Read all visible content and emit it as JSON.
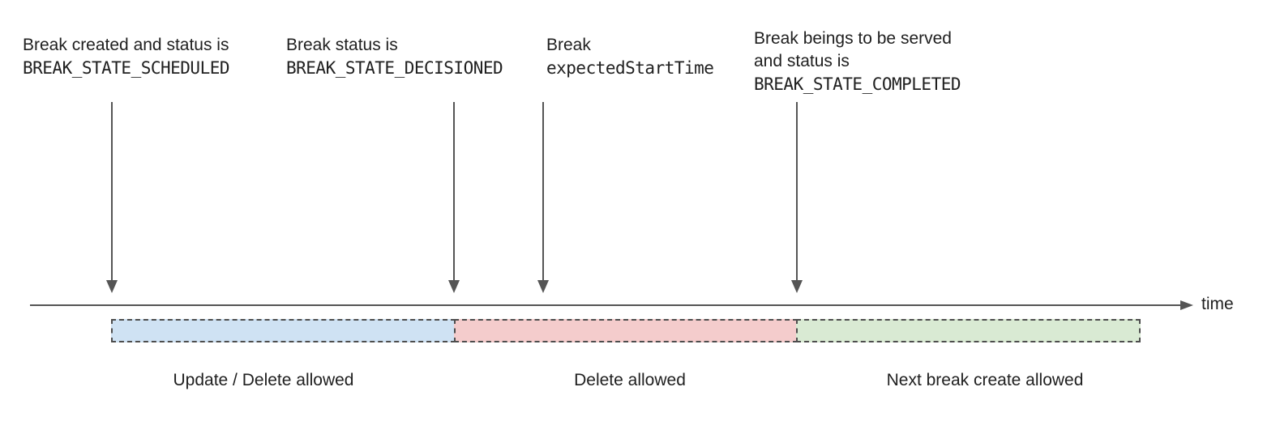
{
  "diagram": {
    "annotations": [
      {
        "line1": "Break created and status is",
        "code": "BREAK_STATE_SCHEDULED"
      },
      {
        "line1": "Break status is",
        "code": "BREAK_STATE_DECISIONED"
      },
      {
        "line1": "Break",
        "code": "expectedStartTime"
      },
      {
        "line1": "Break beings to be served",
        "line2": "and status is",
        "code": "BREAK_STATE_COMPLETED"
      }
    ],
    "axis": {
      "label": "time"
    },
    "segments": [
      {
        "label": "Update / Delete allowed",
        "fill": "#cfe2f3"
      },
      {
        "label": "Delete allowed",
        "fill": "#f4cccc"
      },
      {
        "label": "Next break create allowed",
        "fill": "#d9ead3"
      }
    ],
    "colors": {
      "arrow": "#555555",
      "segment_border": "#4d4d4d",
      "text": "#202020"
    }
  }
}
